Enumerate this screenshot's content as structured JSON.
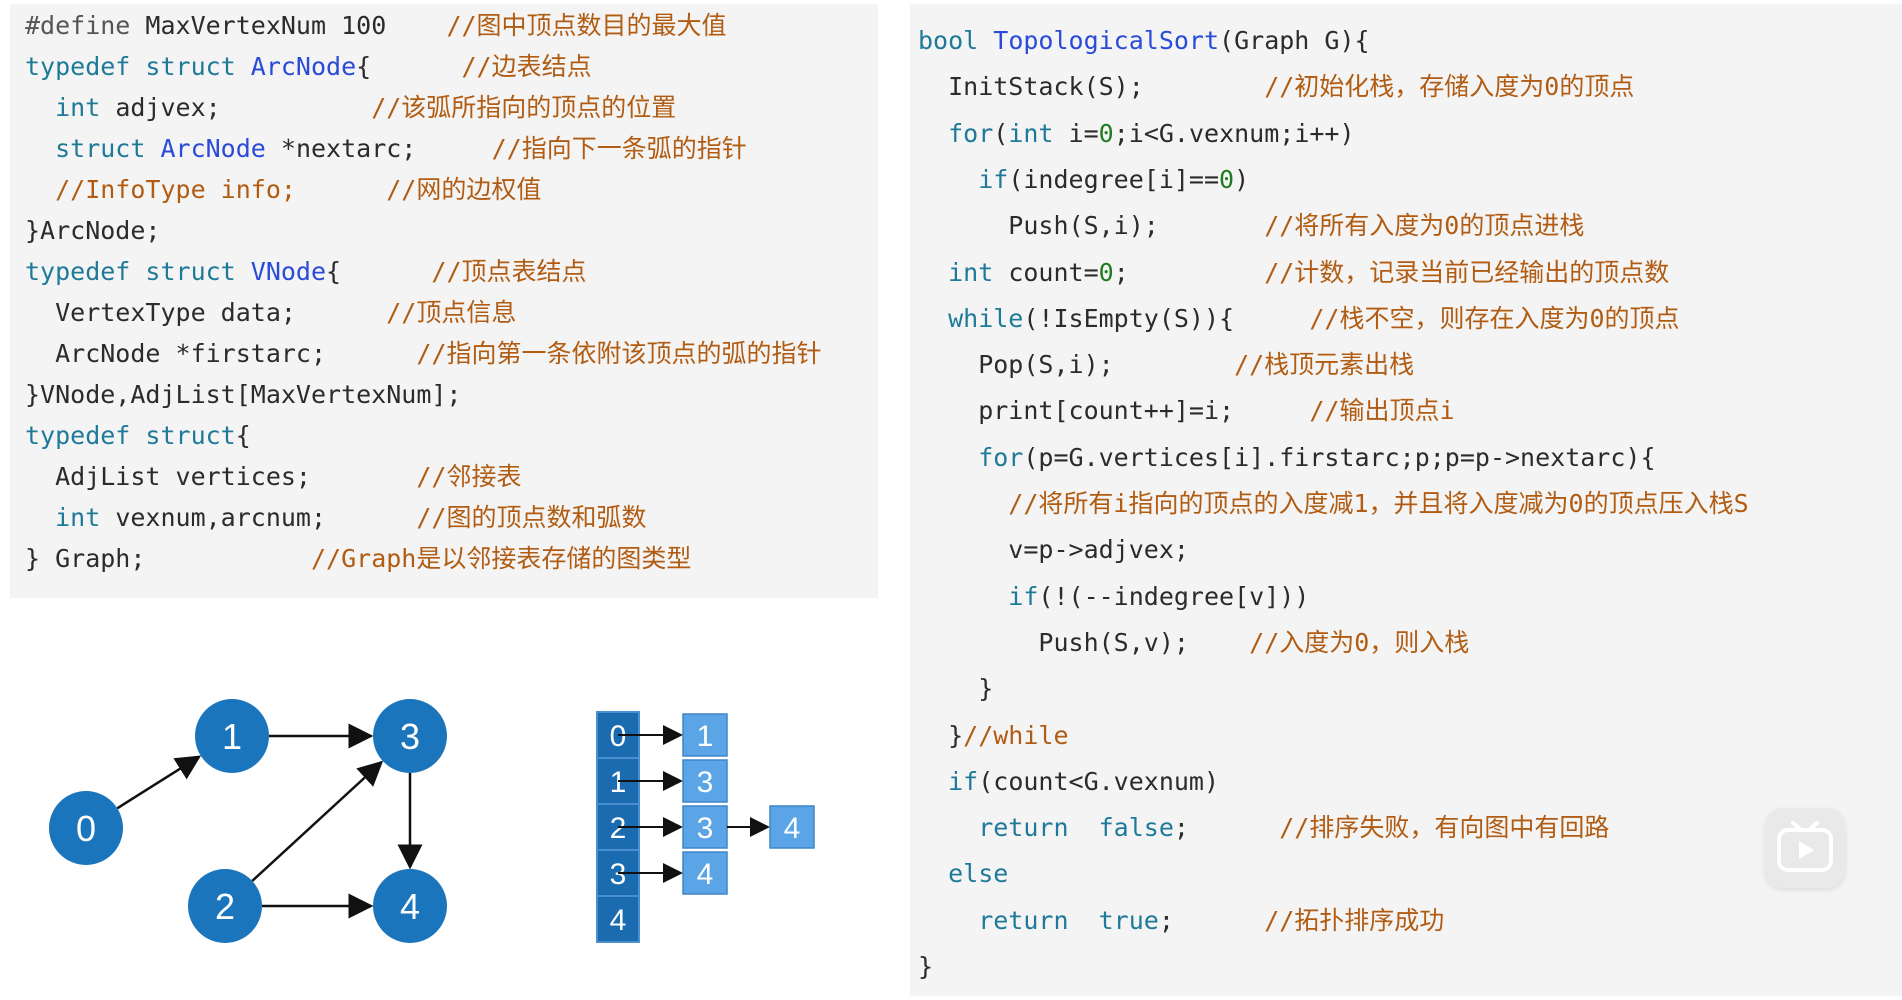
{
  "left_code": [
    [
      {
        "t": "#define ",
        "c": "pp"
      },
      {
        "t": "MaxVertexNum 100",
        "c": ""
      },
      {
        "t": "    //图中顶点数目的最大值",
        "c": "cmt"
      }
    ],
    [
      {
        "t": "typedef ",
        "c": "kw"
      },
      {
        "t": "struct ",
        "c": "kw"
      },
      {
        "t": "ArcNode",
        "c": "ty"
      },
      {
        "t": "{      ",
        "c": ""
      },
      {
        "t": "//边表结点",
        "c": "cmt"
      }
    ],
    [
      {
        "t": "  int ",
        "c": "kw"
      },
      {
        "t": "adjvex;          ",
        "c": ""
      },
      {
        "t": "//该弧所指向的顶点的位置",
        "c": "cmt"
      }
    ],
    [
      {
        "t": "  struct ",
        "c": "kw"
      },
      {
        "t": "ArcNode ",
        "c": "ty"
      },
      {
        "t": "*nextarc;     ",
        "c": ""
      },
      {
        "t": "//指向下一条弧的指针",
        "c": "cmt"
      }
    ],
    [
      {
        "t": "  //InfoType info;      //网的边权值",
        "c": "cmt"
      }
    ],
    [
      {
        "t": "}ArcNode;",
        "c": ""
      }
    ],
    [
      {
        "t": "typedef ",
        "c": "kw"
      },
      {
        "t": "struct ",
        "c": "kw"
      },
      {
        "t": "VNode",
        "c": "ty"
      },
      {
        "t": "{      ",
        "c": ""
      },
      {
        "t": "//顶点表结点",
        "c": "cmt"
      }
    ],
    [
      {
        "t": "  VertexType data;      ",
        "c": ""
      },
      {
        "t": "//顶点信息",
        "c": "cmt"
      }
    ],
    [
      {
        "t": "  ArcNode *firstarc;      ",
        "c": ""
      },
      {
        "t": "//指向第一条依附该顶点的弧的指针",
        "c": "cmt"
      }
    ],
    [
      {
        "t": "}VNode,AdjList[MaxVertexNum];",
        "c": ""
      }
    ],
    [
      {
        "t": "typedef ",
        "c": "kw"
      },
      {
        "t": "struct",
        "c": "kw"
      },
      {
        "t": "{",
        "c": ""
      }
    ],
    [
      {
        "t": "  AdjList vertices;       ",
        "c": ""
      },
      {
        "t": "//邻接表",
        "c": "cmt"
      }
    ],
    [
      {
        "t": "  int ",
        "c": "kw"
      },
      {
        "t": "vexnum,arcnum;      ",
        "c": ""
      },
      {
        "t": "//图的顶点数和弧数",
        "c": "cmt"
      }
    ],
    [
      {
        "t": "} Graph;           ",
        "c": ""
      },
      {
        "t": "//Graph是以邻接表存储的图类型",
        "c": "cmt"
      }
    ]
  ],
  "right_code": [
    [
      {
        "t": "bool ",
        "c": "kw"
      },
      {
        "t": "TopologicalSort",
        "c": "ty"
      },
      {
        "t": "(Graph G){",
        "c": ""
      }
    ],
    [
      {
        "t": "  InitStack(S);        ",
        "c": ""
      },
      {
        "t": "//初始化栈，存储入度为0的顶点",
        "c": "cmt"
      }
    ],
    [
      {
        "t": "  for",
        "c": "kw"
      },
      {
        "t": "(",
        "c": ""
      },
      {
        "t": "int ",
        "c": "kw"
      },
      {
        "t": "i=",
        "c": ""
      },
      {
        "t": "0",
        "c": "num"
      },
      {
        "t": ";i<G.vexnum;i++)",
        "c": ""
      }
    ],
    [
      {
        "t": "    if",
        "c": "kw"
      },
      {
        "t": "(indegree[i]==",
        "c": ""
      },
      {
        "t": "0",
        "c": "num"
      },
      {
        "t": ")",
        "c": ""
      }
    ],
    [
      {
        "t": "      Push(S,i);       ",
        "c": ""
      },
      {
        "t": "//将所有入度为0的顶点进栈",
        "c": "cmt"
      }
    ],
    [
      {
        "t": "  int ",
        "c": "kw"
      },
      {
        "t": "count=",
        "c": ""
      },
      {
        "t": "0",
        "c": "num"
      },
      {
        "t": ";         ",
        "c": ""
      },
      {
        "t": "//计数，记录当前已经输出的顶点数",
        "c": "cmt"
      }
    ],
    [
      {
        "t": "  while",
        "c": "kw"
      },
      {
        "t": "(!IsEmpty(S)){     ",
        "c": ""
      },
      {
        "t": "//栈不空，则存在入度为0的顶点",
        "c": "cmt"
      }
    ],
    [
      {
        "t": "    Pop(S,i);        ",
        "c": ""
      },
      {
        "t": "//栈顶元素出栈",
        "c": "cmt"
      }
    ],
    [
      {
        "t": "    print[count++]=i;     ",
        "c": ""
      },
      {
        "t": "//输出顶点i",
        "c": "cmt"
      }
    ],
    [
      {
        "t": "    for",
        "c": "kw"
      },
      {
        "t": "(p=G.vertices[i].firstarc;p;p=p->nextarc){",
        "c": ""
      }
    ],
    [
      {
        "t": "      //将所有i指向的顶点的入度减1，并且将入度减为0的顶点压入栈S",
        "c": "cmt"
      }
    ],
    [
      {
        "t": "      v=p->adjvex;",
        "c": ""
      }
    ],
    [
      {
        "t": "      if",
        "c": "kw"
      },
      {
        "t": "(!(--indegree[v]))",
        "c": ""
      }
    ],
    [
      {
        "t": "        Push(S,v);    ",
        "c": ""
      },
      {
        "t": "//入度为0，则入栈",
        "c": "cmt"
      }
    ],
    [
      {
        "t": "    }",
        "c": ""
      }
    ],
    [
      {
        "t": "  }",
        "c": ""
      },
      {
        "t": "//while",
        "c": "cmt"
      }
    ],
    [
      {
        "t": "  if",
        "c": "kw"
      },
      {
        "t": "(count<G.vexnum)",
        "c": ""
      }
    ],
    [
      {
        "t": "    return  ",
        "c": "kw"
      },
      {
        "t": "false",
        "c": "kw"
      },
      {
        "t": ";      ",
        "c": ""
      },
      {
        "t": "//排序失败，有向图中有回路",
        "c": "cmt"
      }
    ],
    [
      {
        "t": "  else",
        "c": "kw"
      }
    ],
    [
      {
        "t": "    return  ",
        "c": "kw"
      },
      {
        "t": "true",
        "c": "kw"
      },
      {
        "t": ";      ",
        "c": ""
      },
      {
        "t": "//拓扑排序成功",
        "c": "cmt"
      }
    ],
    [
      {
        "t": "}",
        "c": ""
      }
    ]
  ],
  "graph": {
    "nodes": [
      {
        "id": "0",
        "label": "0"
      },
      {
        "id": "1",
        "label": "1"
      },
      {
        "id": "2",
        "label": "2"
      },
      {
        "id": "3",
        "label": "3"
      },
      {
        "id": "4",
        "label": "4"
      }
    ],
    "edges": [
      {
        "from": "0",
        "to": "1"
      },
      {
        "from": "1",
        "to": "3"
      },
      {
        "from": "2",
        "to": "3"
      },
      {
        "from": "2",
        "to": "4"
      },
      {
        "from": "3",
        "to": "4"
      }
    ]
  },
  "adjacency_list": {
    "vertices": [
      "0",
      "1",
      "2",
      "3",
      "4"
    ],
    "lists": [
      [
        "1"
      ],
      [
        "3"
      ],
      [
        "3",
        "4"
      ],
      [
        "4"
      ],
      []
    ]
  },
  "colors": {
    "comment": "#b15c12",
    "keyword": "#1f7a99",
    "type": "#2a4bd8",
    "node": "#1b75bc",
    "adj_vertex": "#1a6bb0",
    "adj_node": "#5ba5e6"
  },
  "overlay": {
    "icon": "play-icon"
  }
}
